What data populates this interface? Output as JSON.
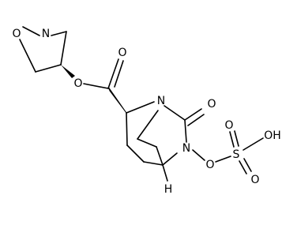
{
  "molecule": {
    "atoms": [
      {
        "id": "N_isox",
        "label": "N"
      },
      {
        "id": "O_isox",
        "label": "O"
      },
      {
        "id": "O_ester",
        "label": "O"
      },
      {
        "id": "O_carbonyl",
        "label": "O"
      },
      {
        "id": "N_bridge",
        "label": "N"
      },
      {
        "id": "O_urea",
        "label": "O"
      },
      {
        "id": "N_ring",
        "label": "N"
      },
      {
        "id": "O_link",
        "label": "O"
      },
      {
        "id": "S",
        "label": "S"
      },
      {
        "id": "O_s_top",
        "label": "O"
      },
      {
        "id": "O_s_bottom",
        "label": "O"
      },
      {
        "id": "OH",
        "label": "OH"
      },
      {
        "id": "H",
        "label": "H"
      }
    ]
  }
}
